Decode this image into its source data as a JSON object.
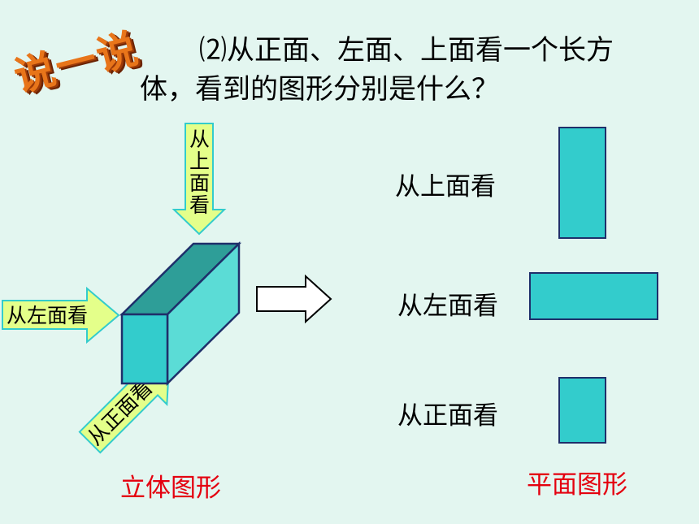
{
  "title": {
    "wordart": "说一说",
    "line1": "⑵从正面、左面、上面看一个长方",
    "line2": "体，看到的图形分别是什么？"
  },
  "arrows": {
    "top": [
      "从",
      "上",
      "面",
      "看"
    ],
    "left": "从左面看",
    "front": "从正面看"
  },
  "views": {
    "top": "从上面看",
    "left": "从左面看",
    "front": "从正面看"
  },
  "captions": {
    "solid": "立体图形",
    "plane": "平面图形"
  },
  "colors": {
    "cyan": "#33cccc",
    "cube_top": "#2e9e98",
    "cube_side": "#5bdcd6",
    "arrow_fill": "#e4ff8a",
    "caption_red": "#e4000f",
    "wordart_orange": "#e8751a"
  }
}
